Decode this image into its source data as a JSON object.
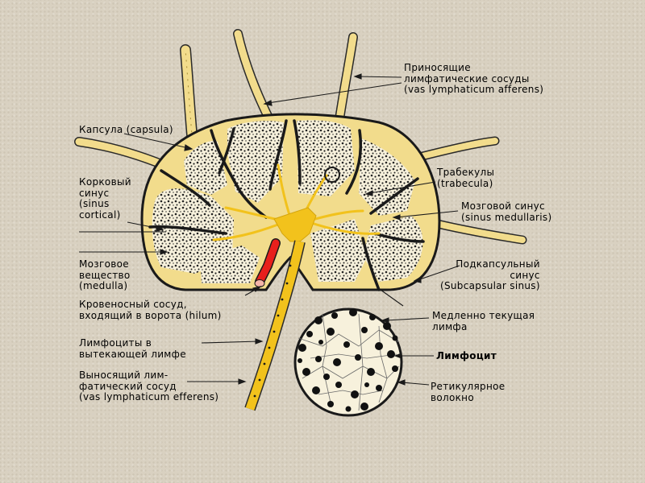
{
  "labels": {
    "afferent_vessels": [
      "Приносящие",
      "лимфатические сосуды",
      "(vas lymphaticum afferens)"
    ],
    "capsule": [
      "Капсула (capsula)"
    ],
    "cortical_sinus": [
      "Корковый",
      "синус",
      "(sinus",
      "cortical)"
    ],
    "trabeculae": [
      "Трабекулы",
      "(trabecula)"
    ],
    "medullary_sinus": [
      "Мозговой синус",
      "(sinus medullaris)"
    ],
    "medulla": [
      "Мозговое",
      "вещество",
      "(medulla)"
    ],
    "subcapsular_sinus": [
      "Подкапсульный",
      "синус",
      "(Subcapsular sinus)"
    ],
    "blood_vessel": [
      "Кровеносный сосуд,",
      "входящий в ворота (hilum)"
    ],
    "slow_lymph": [
      "Медленно текущая",
      "лимфа"
    ],
    "lymphocytes_efferent": [
      "Лимфоциты в",
      "вытекающей лимфе"
    ],
    "lymphocyte": [
      "Лимфоцит"
    ],
    "efferent_vessel": [
      "Выносящий лим-",
      "фатический сосуд",
      "(vas lymphaticum efferens)"
    ],
    "reticular_fiber": [
      "Ретикулярное",
      "волокно"
    ]
  },
  "colors": {
    "capsule_fill": "#f2dc8c",
    "capsule_stroke": "#1a1a1a",
    "parenchyma": "#f7f1dc",
    "lymphatic_yellow": "#f2c21c",
    "vessel_red": "#e8201c",
    "vessel_pink": "#f4b5a9"
  }
}
